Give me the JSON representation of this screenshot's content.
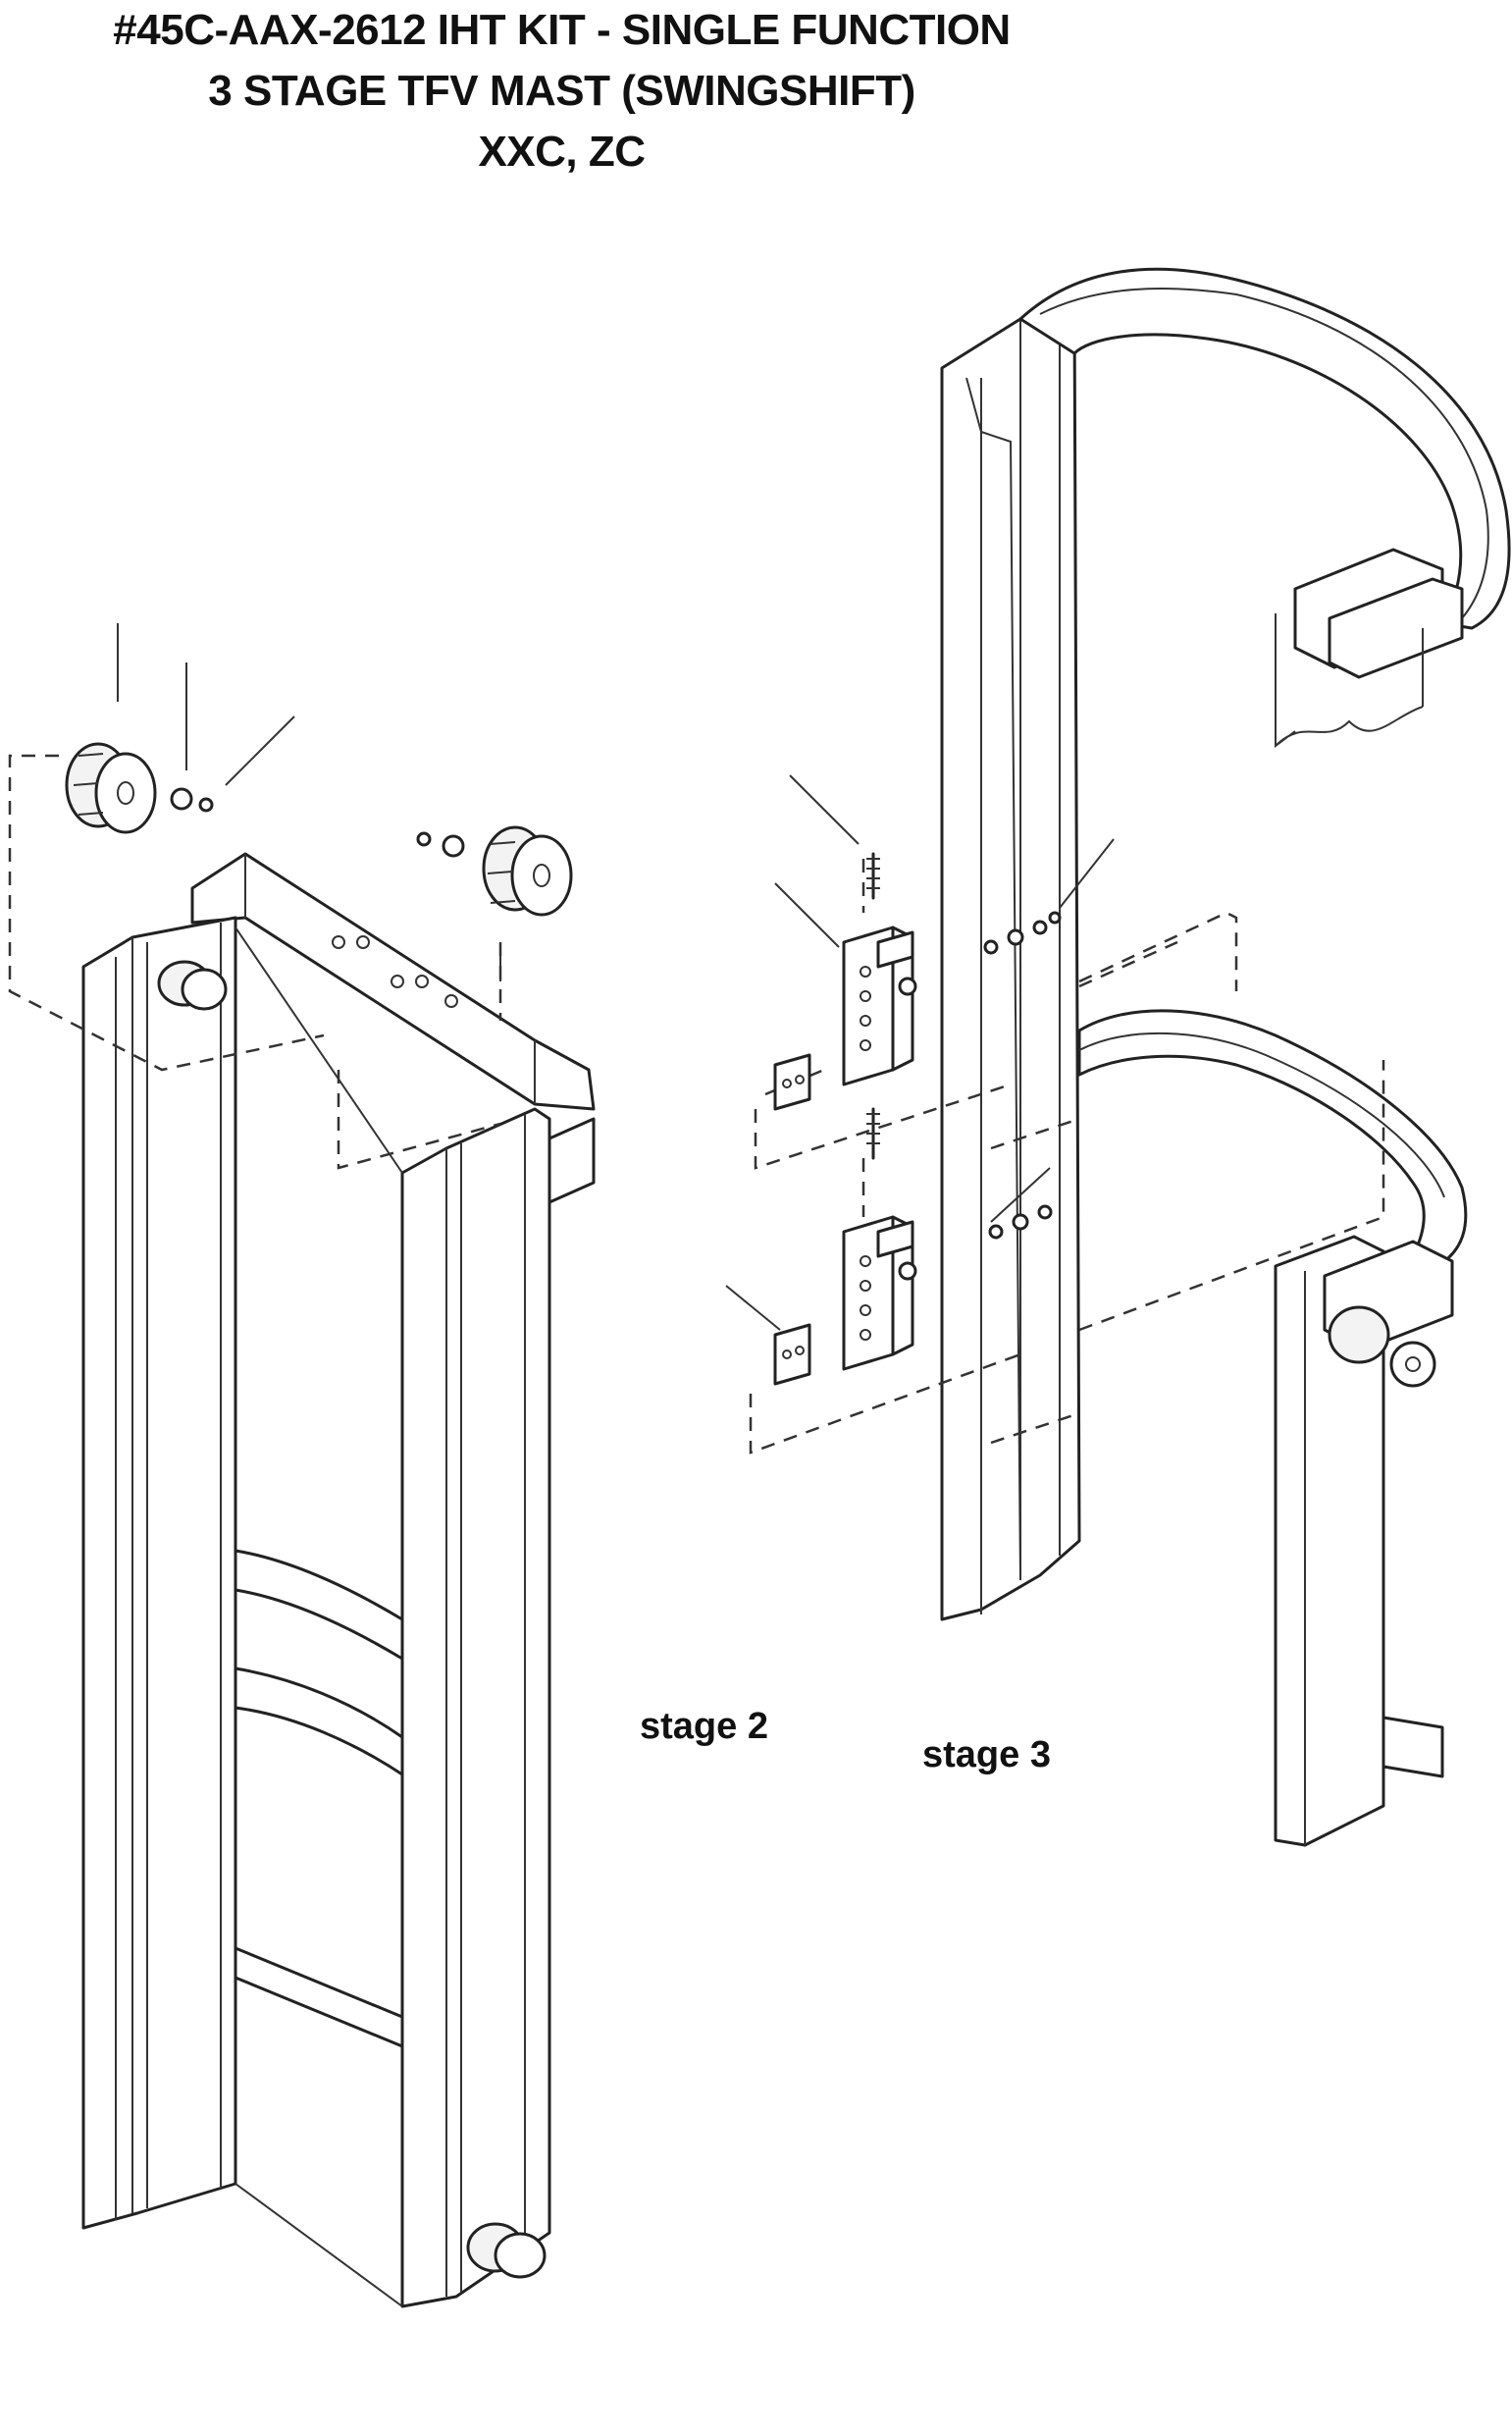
{
  "title": {
    "line1": "#45C-AAX-2612 IHT KIT - SINGLE FUNCTION",
    "line2": "3 STAGE TFV MAST (SWINGSHIFT)",
    "line3": "XXC, ZC"
  },
  "labels": {
    "stage2": "stage 2",
    "stage3": "stage 3"
  }
}
